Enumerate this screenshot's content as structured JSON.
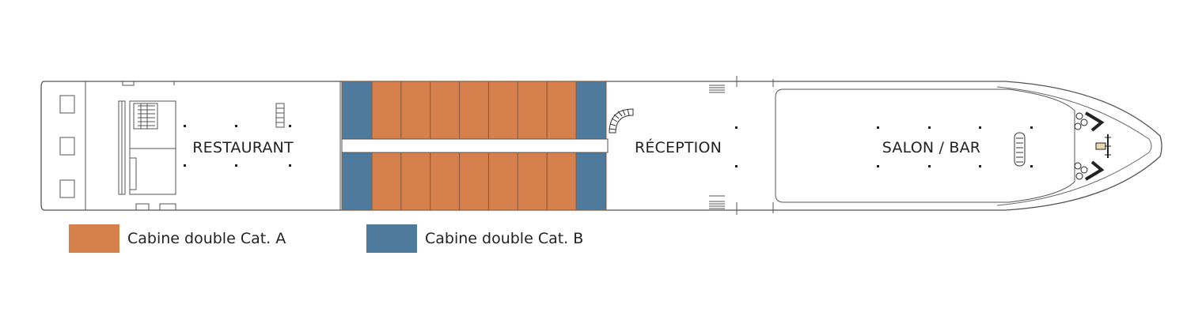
{
  "rooms": {
    "restaurant": "RESTAURANT",
    "reception": "RÉCEPTION",
    "salon_bar": "SALON / BAR"
  },
  "legend": [
    {
      "label": "Cabine double Cat. A",
      "color": "#D6804E"
    },
    {
      "label": "Cabine double Cat. B",
      "color": "#4E7A9E"
    }
  ],
  "cabins": {
    "cat_a_per_row": 7,
    "cat_b_per_row": 2,
    "rows": 2
  },
  "colors": {
    "outline": "#555555",
    "cabin_a": "#D6804E",
    "cabin_b": "#4E7A9E",
    "cabin_divider": "#8a5a3a"
  }
}
